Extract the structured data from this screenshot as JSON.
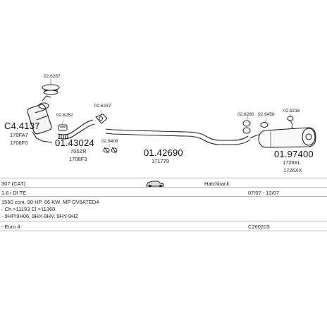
{
  "parts": {
    "cat_upper_code": "02.6287",
    "cat_part": "C4.4137",
    "cat_ref1": "170FA7",
    "cat_ref2": "1706F0",
    "clamp_code": "02.8282",
    "front_pipe_part": "01.43024",
    "front_pipe_ref1": "705ZR",
    "front_pipe_ref2": "1708F3",
    "gasket_code": "02.6237",
    "bolt_code": "02.9408",
    "middle_pipe_part": "01.42690",
    "middle_pipe_ref": "171779",
    "hanger_code1": "02.8290",
    "hanger_code2": "02.9456",
    "hanger_code3": "02.9216",
    "rear_silencer_part": "01.97400",
    "rear_silencer_ref1": "1726XL",
    "rear_silencer_ref2": "1726XX"
  },
  "info": {
    "model": "307 (CAT)",
    "body": "Hatchback",
    "engine": "1.6 i DI TE",
    "date_range": "07/07 - 12/07",
    "spec": "1560 ccm, 90 HP, 66 KW, MP DV6ATED4",
    "chassis": "- Ch.>11193 Cl.>11360",
    "engine_codes": "- 9HP/9H06, 9HX-9HV, 9HY-9HZ",
    "emission": "- Euro 4",
    "reference": "C260203"
  }
}
